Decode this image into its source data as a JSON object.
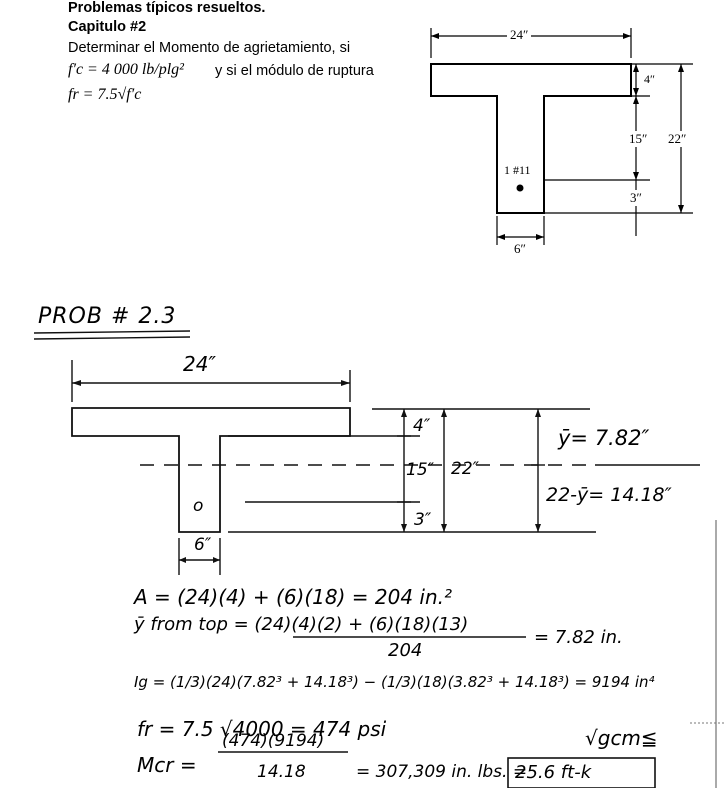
{
  "header": {
    "title": "Problemas típicos resueltos.",
    "chapter": "Capitulo #2",
    "line1": "Determinar el Momento de agrietamiento, si",
    "line2_a": "f′c = 4 000 lb/plg²",
    "line2_b": "y si el módulo de ruptura",
    "line3": "fr = 7.5√f′c"
  },
  "printed_figure": {
    "width_label": "24″",
    "flange_label": "4″",
    "web_label": "15″",
    "total_label": "22″",
    "bar_label": "1 #11",
    "cover_label": "3″",
    "web_width_label": "6″"
  },
  "handwritten": {
    "problem_title": "PROB # 2.3",
    "sketch": {
      "width_label": "24″",
      "flange_label": "4″",
      "web_label": "15″",
      "total_label": "22″",
      "cover_label": "3″",
      "web_width_label": "6″",
      "bar_mark": "o",
      "ybar_label": "ȳ= 7.82″",
      "ybar_bottom_label": "22-ȳ= 14.18″"
    },
    "calc": {
      "area": "A = (24)(4) + (6)(18) = 204 in.²",
      "ybar_num": "ȳ from top = (24)(4)(2) + (6)(18)(13)",
      "ybar_result": "= 7.82 in.",
      "ybar_den": "204",
      "ig": "Ig = (1/3)(24)(7.82³ + 14.18³) − (1/3)(18)(3.82³ + 14.18³) = 9194 in⁴",
      "fr": "fr = 7.5 √4000 = 474 psi",
      "signature": "√gcm≦",
      "mcr_label": "Mcr =",
      "mcr_num": "(474)(9194)",
      "mcr_den": "14.18",
      "mcr_result": "= 307,309 in. lbs. =",
      "mcr_boxed": "25.6 ft-k"
    }
  }
}
